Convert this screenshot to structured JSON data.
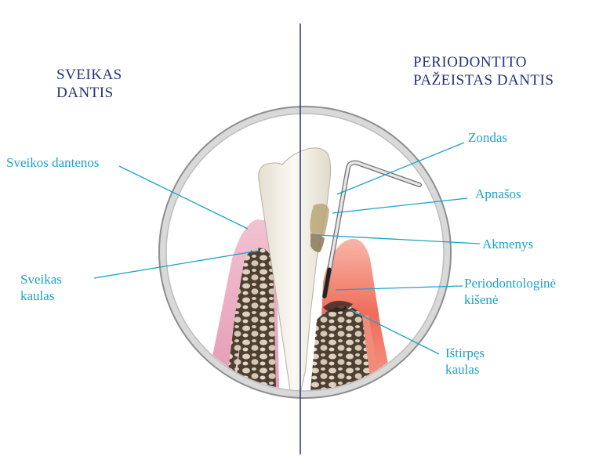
{
  "headers": {
    "left": [
      "SVEIKAS",
      "DANTIS"
    ],
    "right": [
      "PERIODONTITO",
      "PAŽEISTAS  DANTIS"
    ]
  },
  "labels": {
    "healthy_gums": "Sveikos dantenos",
    "healthy_bone": [
      "Sveikas",
      "kaulas"
    ],
    "probe": "Zondas",
    "plaque": "Apnašos",
    "calculus": "Akmenys",
    "pocket": [
      "Periodontologinė",
      "kišenė"
    ],
    "bone_loss": [
      "Ištirpęs",
      "kaulas"
    ]
  },
  "colors": {
    "label": "#1aa3c9",
    "header": "#23327a",
    "leader": "#1aa3c9",
    "divider": "#23327a",
    "ring": "#9a9a9a",
    "healthy_gum": "#e9a9bf",
    "inflamed_gum": "#ee6b58",
    "bone": "#d8cbb7",
    "tooth": "#f2eee4"
  }
}
